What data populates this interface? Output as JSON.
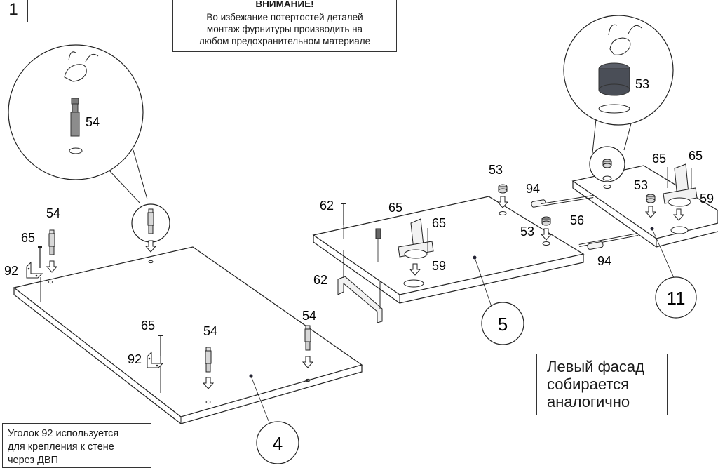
{
  "step_number": "1",
  "warning": {
    "title": "ВНИМАНИЕ!",
    "lines": [
      "Во избежание потертостей деталей",
      "монтаж фурнитуры производить на",
      "любом предохранительном материале"
    ]
  },
  "facade_note": {
    "lines": [
      "Левый фасад",
      "собирается",
      "аналогично"
    ]
  },
  "corner_note": {
    "lines": [
      "Уголок 92 используется",
      "для крепления к стене",
      "через ДВП"
    ]
  },
  "panels": {
    "p4": "4",
    "p5": "5",
    "p11": "11"
  },
  "parts": {
    "screw_65": "65",
    "corner_92": "92",
    "dowel_54": "54",
    "cam_53": "53",
    "handle_screw_62": "62",
    "hinge_59": "59",
    "rod_94": "94",
    "rod_56": "56"
  },
  "colors": {
    "line": "#222222",
    "panel_fill": "#ffffff",
    "part_fill": "#d8d8d8",
    "cam_fill": "#4a4e57"
  }
}
